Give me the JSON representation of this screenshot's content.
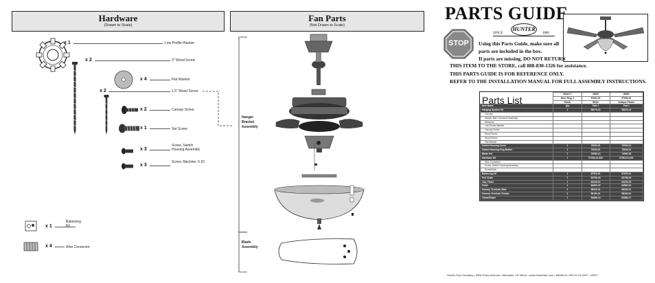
{
  "hardware": {
    "title": "Hardware",
    "subtitle": "(Drawn to Scale)",
    "items": [
      {
        "qty": "x 1",
        "label": "Low Profile Washer"
      },
      {
        "qty": "x 2",
        "label": "3\" Wood Screw"
      },
      {
        "qty": "x 4",
        "label": "Flat Washer"
      },
      {
        "qty": "x 2",
        "label": "1.5\" Wood Screw"
      },
      {
        "qty": "x 2",
        "label": "Canopy Screw"
      },
      {
        "qty": "x 1",
        "label": "Set Screw"
      },
      {
        "qty": "x 3",
        "label": "Screw, Switch Housing Assembly"
      },
      {
        "qty": "x 3",
        "label": "Screw, Machine, 6-32"
      }
    ],
    "balancing": {
      "qty": "x 1",
      "label": "Balancing Kit"
    },
    "wire": {
      "qty": "x 4",
      "label": "Wire Connector"
    }
  },
  "fan_parts": {
    "title": "Fan Parts",
    "subtitle": "(Not Drawn to Scale)",
    "hanger_label": "Hanger Bracket Assembly",
    "blade_label": "Blade Assembly"
  },
  "guide": {
    "title": "PARTS GUIDE",
    "brand": "HUNTER",
    "since": "SINCE",
    "year": "1886",
    "stop": "STOP",
    "instructions": [
      "Using this Parts Guide, make sure all",
      "parts are included in the box.",
      "If parts are missing, DO NOT RETURN"
    ],
    "notes": [
      "THIS ITEM TO THE STORE, call 888-830-1326 for assistance.",
      "THIS PARTS GUIDE IS FOR REFERENCE ONLY.",
      "REFER TO THE INSTALLATION MANUAL FOR FULL ASSEMBLY INSTRUCTIONS."
    ]
  },
  "parts_list": {
    "title": "Parts List",
    "header_rows": [
      [
        "Model #",
        "28442",
        "28481"
      ],
      [
        "Item / Eng. #",
        "97094-01",
        "97094-02"
      ],
      [
        "Finish",
        "White",
        "Antique Pewter"
      ]
    ],
    "column_header": [
      "Item Name",
      "Qty",
      "Part #",
      "Part #"
    ],
    "rows": [
      {
        "type": "dk",
        "cells": [
          "Hanging System Kit",
          "1",
          "98070-03",
          "98070-14"
        ]
      },
      {
        "type": "lt",
        "cells": [
          "Canopy",
          "",
          "",
          ""
        ]
      },
      {
        "type": "lt",
        "cells": [
          "Hanger Ball / Downrod Assembly",
          "",
          "",
          ""
        ]
      },
      {
        "type": "lt",
        "cells": [
          "Setscrew",
          "",
          "",
          ""
        ]
      },
      {
        "type": "lt",
        "cells": [
          "Low Profile Washer",
          "",
          "",
          ""
        ]
      },
      {
        "type": "lt",
        "cells": [
          "Canopy Screw",
          "",
          "",
          ""
        ]
      },
      {
        "type": "lt",
        "cells": [
          "Wood Screw",
          "",
          "",
          ""
        ]
      },
      {
        "type": "lt",
        "cells": [
          "Wood Screw",
          "",
          "",
          ""
        ]
      },
      {
        "type": "lt",
        "cells": [
          "Flat Washer",
          "",
          "",
          ""
        ]
      },
      {
        "type": "dk",
        "cells": [
          "Switch Housing Cover",
          "1",
          "73033-01",
          "73033-01"
        ]
      },
      {
        "type": "dk",
        "cells": [
          "Switch Housing Plug Button",
          "1",
          "73034-01",
          "73034-01"
        ]
      },
      {
        "type": "dk",
        "cells": [
          "Blade Set",
          "1",
          "74990-24",
          "74990-26"
        ]
      },
      {
        "type": "dk",
        "cells": [
          "Hardware Kit",
          "1",
          "97094-01-500",
          "97094-01-501"
        ]
      },
      {
        "type": "lt",
        "cells": [
          "Wire Connector",
          "",
          "",
          ""
        ]
      },
      {
        "type": "lt",
        "cells": [
          "Screw, Switch Housing Assembly",
          "",
          "",
          ""
        ]
      },
      {
        "type": "lt",
        "cells": [
          "Screwdriver",
          "",
          "",
          ""
        ]
      },
      {
        "type": "dk",
        "cells": [
          "Balancing Kit",
          "1",
          "87570-01",
          "87570-01"
        ]
      },
      {
        "type": "dk",
        "cells": [
          "Pull Chain",
          "1",
          "83796-09",
          "83796-09"
        ]
      },
      {
        "type": "dk",
        "cells": [
          "Cap, Finial",
          "1",
          "84249-02",
          "84249-02"
        ]
      },
      {
        "type": "dk",
        "cells": [
          "Finial",
          "1",
          "84590-02",
          "84590-02"
        ]
      },
      {
        "type": "dk",
        "cells": [
          "Dummy Terminal, Male",
          "1",
          "98200-01",
          "98200-01"
        ]
      },
      {
        "type": "dk",
        "cells": [
          "Dummy Terminal, Female",
          "1",
          "98190-01",
          "98190-01"
        ]
      },
      {
        "type": "dk",
        "cells": [
          "Globe/Shade",
          "1",
          "84686-13",
          "84686-17"
        ]
      }
    ]
  },
  "footer": "Hunter Fan Company  •  2500 Frisco Avenue  •  Memphis, TN 38114  •  www.hunterfan.com  •  98080-01-786  10-10-2007  •  c2007"
}
